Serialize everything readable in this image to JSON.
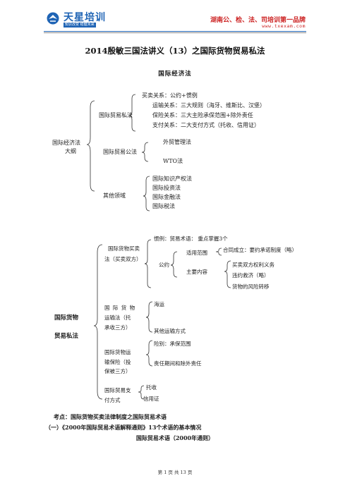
{
  "header": {
    "brand": "天星培训",
    "brand_sub": "知识改变  稳健未来",
    "slogan": "湖南公、检、法、司培训第一品牌",
    "website": "www.txexam.com"
  },
  "title": "2014殷敏三国法讲义（13）之国际货物贸易私法",
  "subtitle": "国际经济法",
  "tree1": {
    "root_line1": "国际经济法",
    "root_line2": "大纲",
    "b1": "国际贸易私法",
    "b1_items": [
      "买卖关系：公约+惯例",
      "运输关系：三大规则（海牙、维斯比、汉堡）",
      "保险关系：三大主险承保范围+除外责任",
      "支付关系：二大支付方式（托收、信用证）"
    ],
    "b2": "国际贸易公法",
    "b2_items": [
      "外贸管理法",
      "WTO法"
    ],
    "b3": "其他领域",
    "b3_items": [
      "国际知识产权法",
      "国际投资法",
      "国际金融法",
      "国际税法"
    ]
  },
  "tree2": {
    "root_line1": "国际货物",
    "root_line2": "贸易私法",
    "n1_lines": [
      "国际货物买卖",
      "法（买卖双方）"
    ],
    "n1_custom": "惯例：贸易术语：  重点掌握3个",
    "n1_convention": "公约",
    "n1_scope": "适用范围",
    "n1_scope_item": "合同成立：要约承诺制度（略）",
    "n1_content": "主要内容",
    "n1_content_items": [
      "买卖双方权利义务",
      "违约救济（略）",
      "货物的风险转移"
    ],
    "n2_lines": [
      "国 际 货 物",
      "运输法（托",
      "承收三方）"
    ],
    "n2_items": [
      "海运",
      "其他运输方式"
    ],
    "n3_lines": [
      "国际货物运",
      "输保险（投",
      "保被三方）"
    ],
    "n3_items": [
      "险别：承保范围",
      "责任期间和除外责任"
    ],
    "n4_lines": [
      "国际贸易支",
      "付方式"
    ],
    "n4_items": [
      "托收",
      "信用证"
    ]
  },
  "exam": {
    "point": "考点：国际货物买卖法律制度之国际贸易术语",
    "section": "（一）《2000年国际贸易术语解释通则》13个术语的基本情况",
    "table_title": "国际贸易术语（2000年通则）"
  },
  "footer": "第 1 页 共 13 页",
  "colors": {
    "brand": "#1f64b5",
    "accent": "#cc2222"
  }
}
